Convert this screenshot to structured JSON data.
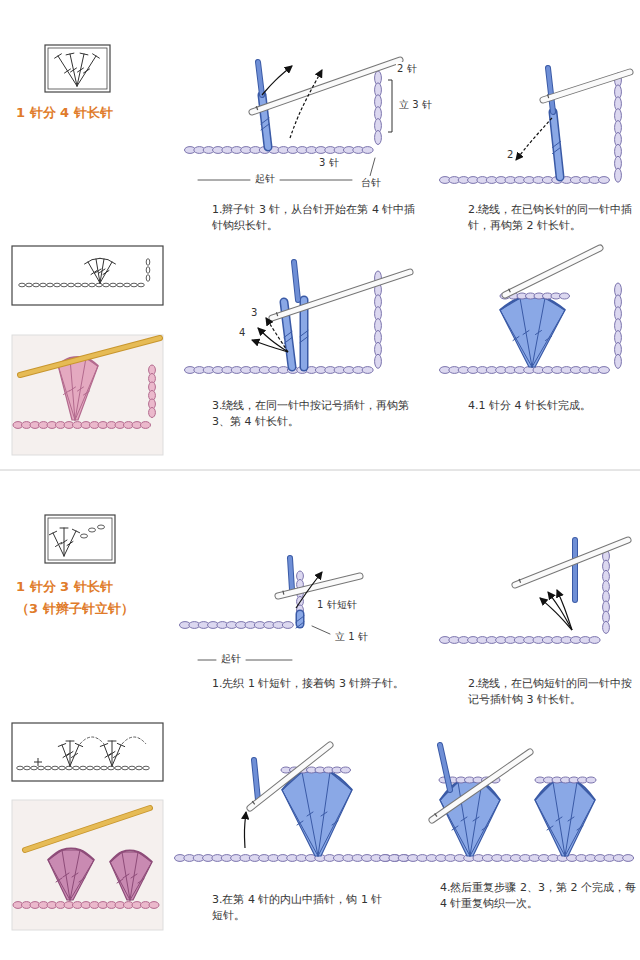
{
  "diagram": {
    "labels": [
      "1 针分 4 针长针",
      "2 针",
      "立 3 针",
      "3 针",
      "起针",
      "台针",
      "1.辫子针 3 针，从台针开始在第 4 针中插针钩织长针。",
      "2",
      "2.绕线，在已钩长针的同一针中插针，再钩第 2 针长针。",
      "3",
      "4",
      "3.绕线，在同一针中按记号插针，再钩第 3、第 4 针长针。",
      "4.1 针分 4 针长针完成。",
      "1 针分 3 针长针",
      "（3 针辫子针立针）",
      "1 针短针",
      "立 1 针",
      "起针",
      "1.先织 1 针短针，接着钩 3 针辫子针。",
      "2.绕线，在已钩短针的同一针中按记号插针钩 3 针长针。",
      "3.在第 4 针的内山中插针，钩 1 针短针。",
      "4.然后重复步骤 2、3，第 2 个完成，每 4 针重复钩织一次。"
    ]
  }
}
